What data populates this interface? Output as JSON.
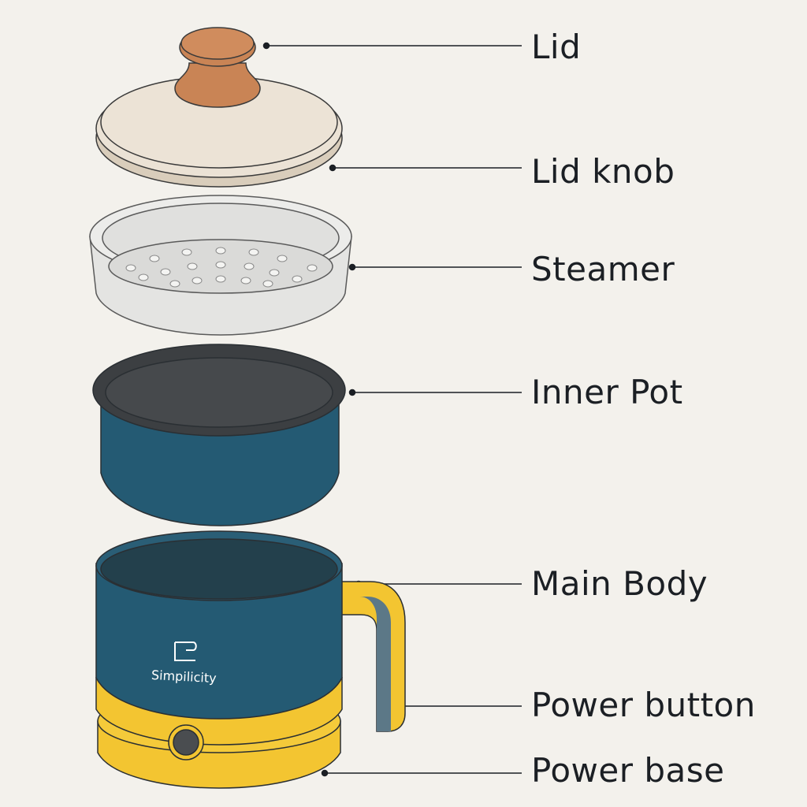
{
  "labels": {
    "lid": "Lid",
    "lid_knob": "Lid knob",
    "steamer": "Steamer",
    "inner_pot": "Inner Pot",
    "main_body": "Main Body",
    "power_button": "Power button",
    "power_base": "Power base"
  },
  "brand": "Simpilicity",
  "colors": {
    "background": "#f3f1ec",
    "lid": "#e8dfd2",
    "knob": "#c98455",
    "steamer": "#e4e4e2",
    "pot": "#245a73",
    "pot_rim": "#3c3f42",
    "base": "#f3c531",
    "handle_inner": "#5c7887"
  }
}
